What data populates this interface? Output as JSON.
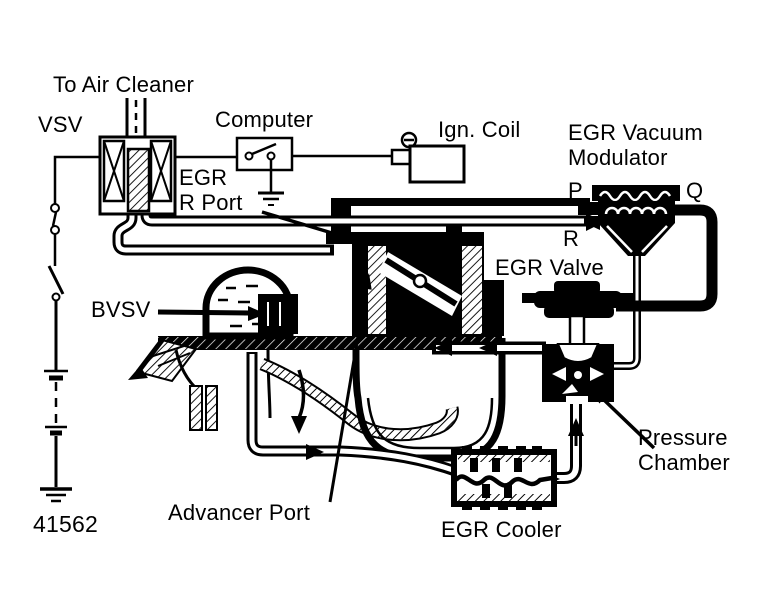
{
  "diagram": {
    "figure_number": "41562",
    "ink_color": "#000000",
    "background_color": "#ffffff",
    "labels": {
      "to_air_cleaner": "To Air Cleaner",
      "vsv": "VSV",
      "computer": "Computer",
      "ign_coil": "Ign. Coil",
      "egr_vacuum_modulator": [
        "EGR Vacuum",
        "Modulator"
      ],
      "egr_r_port": [
        "EGR",
        "R Port"
      ],
      "port_p": "P",
      "port_q": "Q",
      "port_r": "R",
      "egr_valve": "EGR Valve",
      "bvsv": "BVSV",
      "pressure_chamber": [
        "Pressure",
        "Chamber"
      ],
      "advancer_port": "Advancer Port",
      "egr_cooler": "EGR Cooler"
    }
  }
}
